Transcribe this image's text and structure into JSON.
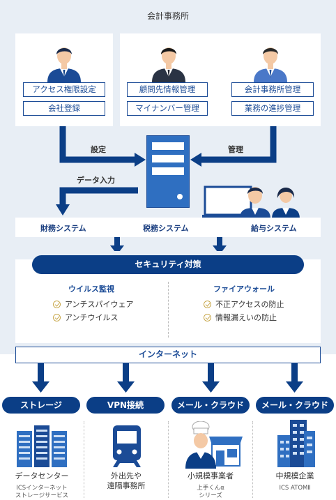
{
  "title": "会計事務所",
  "top_cards": {
    "left_buttons": [
      "アクセス権限設定",
      "会社登録"
    ],
    "middle_buttons": [
      "顧問先情報管理",
      "マイナンバー管理"
    ],
    "right_buttons": [
      "会計事務所管理",
      "業務の進捗管理"
    ]
  },
  "arrows": {
    "settings": "設定",
    "management": "管理",
    "data_entry": "データ入力"
  },
  "systems": [
    "財務システム",
    "税務システム",
    "給与システム"
  ],
  "security": {
    "title": "セキュリティ対策",
    "virus_heading": "ウイルス監視",
    "virus_items": [
      "アンチスパイウェア",
      "アンチウイルス"
    ],
    "firewall_heading": "ファイアウォール",
    "firewall_items": [
      "不正アクセスの防止",
      "情報漏えいの防止"
    ]
  },
  "internet": "インターネット",
  "services": [
    {
      "pill": "ストレージ",
      "name": "データセンター",
      "sub1": "ICSインターネット",
      "sub2": "ストレージサービス",
      "icon": "data-center-icon"
    },
    {
      "pill": "VPN接続",
      "name1": "外出先や",
      "name2": "遠隔事務所",
      "icon": "train-icon"
    },
    {
      "pill": "メール・クラウド",
      "name": "小規模事業者",
      "sub1": "上手くんα",
      "sub2": "シリーズ",
      "icon": "chef-shop-icon"
    },
    {
      "pill": "メール・クラウド",
      "name": "中規模企業",
      "sub1": "ICS ATOMⅡ",
      "icon": "office-building-icon"
    }
  ],
  "colors": {
    "navy": "#0b3e86",
    "blue": "#1b4b96",
    "light_bg": "#e8eef5",
    "server": "#2f6fc1"
  }
}
